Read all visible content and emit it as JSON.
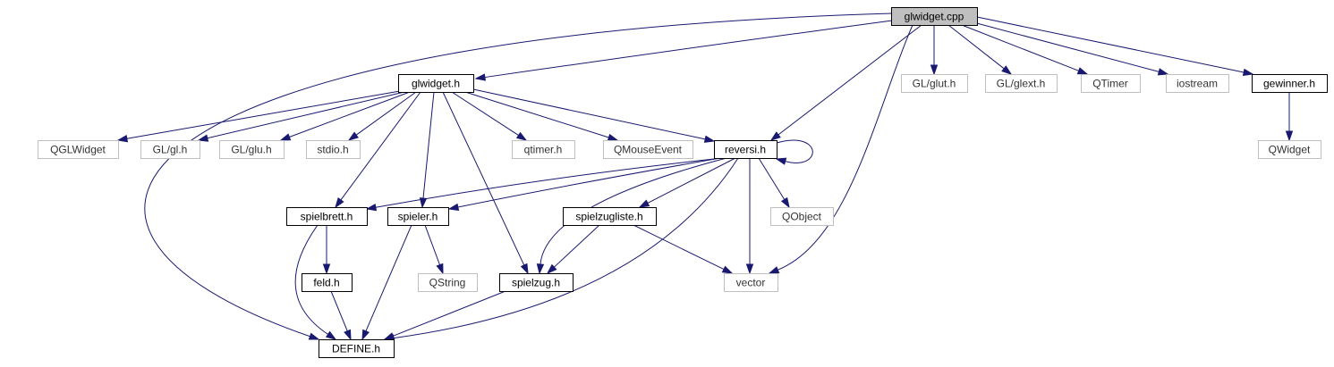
{
  "graph": {
    "edge_color": "#191970",
    "root_fill": "#bfbfbf",
    "nodes": [
      {
        "id": "glwidget_cpp",
        "label": "glwidget.cpp",
        "kind": "root"
      },
      {
        "id": "glwidget_h",
        "label": "glwidget.h",
        "kind": "doc"
      },
      {
        "id": "gl_glut",
        "label": "GL/glut.h",
        "kind": "ext"
      },
      {
        "id": "gl_glext",
        "label": "GL/glext.h",
        "kind": "ext"
      },
      {
        "id": "qtimer_cap",
        "label": "QTimer",
        "kind": "ext"
      },
      {
        "id": "iostream",
        "label": "iostream",
        "kind": "ext"
      },
      {
        "id": "gewinner_h",
        "label": "gewinner.h",
        "kind": "doc"
      },
      {
        "id": "qglwidget",
        "label": "QGLWidget",
        "kind": "ext"
      },
      {
        "id": "gl_gl",
        "label": "GL/gl.h",
        "kind": "ext"
      },
      {
        "id": "gl_glu",
        "label": "GL/glu.h",
        "kind": "ext"
      },
      {
        "id": "stdio",
        "label": "stdio.h",
        "kind": "ext"
      },
      {
        "id": "qtimer_h",
        "label": "qtimer.h",
        "kind": "ext"
      },
      {
        "id": "qmouseevent",
        "label": "QMouseEvent",
        "kind": "ext"
      },
      {
        "id": "reversi_h",
        "label": "reversi.h",
        "kind": "doc"
      },
      {
        "id": "qwidget",
        "label": "QWidget",
        "kind": "ext"
      },
      {
        "id": "spielbrett_h",
        "label": "spielbrett.h",
        "kind": "doc"
      },
      {
        "id": "spieler_h",
        "label": "spieler.h",
        "kind": "doc"
      },
      {
        "id": "spielzugliste_h",
        "label": "spielzugliste.h",
        "kind": "doc"
      },
      {
        "id": "qobject",
        "label": "QObject",
        "kind": "ext"
      },
      {
        "id": "feld_h",
        "label": "feld.h",
        "kind": "doc"
      },
      {
        "id": "qstring",
        "label": "QString",
        "kind": "ext"
      },
      {
        "id": "spielzug_h",
        "label": "spielzug.h",
        "kind": "doc"
      },
      {
        "id": "vector",
        "label": "vector",
        "kind": "ext"
      },
      {
        "id": "define_h",
        "label": "DEFINE.h",
        "kind": "doc"
      }
    ],
    "edges": [
      {
        "from": "glwidget_cpp",
        "to": "glwidget_h"
      },
      {
        "from": "glwidget_cpp",
        "to": "gl_glut"
      },
      {
        "from": "glwidget_cpp",
        "to": "gl_glext"
      },
      {
        "from": "glwidget_cpp",
        "to": "qtimer_cap"
      },
      {
        "from": "glwidget_cpp",
        "to": "iostream"
      },
      {
        "from": "glwidget_cpp",
        "to": "gewinner_h"
      },
      {
        "from": "glwidget_cpp",
        "to": "reversi_h"
      },
      {
        "from": "glwidget_cpp",
        "to": "vector"
      },
      {
        "from": "glwidget_cpp",
        "to": "define_h"
      },
      {
        "from": "glwidget_h",
        "to": "qglwidget"
      },
      {
        "from": "glwidget_h",
        "to": "gl_gl"
      },
      {
        "from": "glwidget_h",
        "to": "gl_glu"
      },
      {
        "from": "glwidget_h",
        "to": "stdio"
      },
      {
        "from": "glwidget_h",
        "to": "qtimer_h"
      },
      {
        "from": "glwidget_h",
        "to": "qmouseevent"
      },
      {
        "from": "glwidget_h",
        "to": "reversi_h"
      },
      {
        "from": "glwidget_h",
        "to": "spielbrett_h"
      },
      {
        "from": "glwidget_h",
        "to": "spieler_h"
      },
      {
        "from": "glwidget_h",
        "to": "spielzug_h"
      },
      {
        "from": "gewinner_h",
        "to": "qwidget"
      },
      {
        "from": "reversi_h",
        "to": "reversi_h"
      },
      {
        "from": "reversi_h",
        "to": "spielbrett_h"
      },
      {
        "from": "reversi_h",
        "to": "spieler_h"
      },
      {
        "from": "reversi_h",
        "to": "spielzugliste_h"
      },
      {
        "from": "reversi_h",
        "to": "qobject"
      },
      {
        "from": "reversi_h",
        "to": "spielzug_h"
      },
      {
        "from": "reversi_h",
        "to": "vector"
      },
      {
        "from": "reversi_h",
        "to": "define_h"
      },
      {
        "from": "spielbrett_h",
        "to": "feld_h"
      },
      {
        "from": "spielbrett_h",
        "to": "define_h"
      },
      {
        "from": "spieler_h",
        "to": "qstring"
      },
      {
        "from": "spieler_h",
        "to": "define_h"
      },
      {
        "from": "spielzugliste_h",
        "to": "spielzug_h"
      },
      {
        "from": "spielzugliste_h",
        "to": "vector"
      },
      {
        "from": "feld_h",
        "to": "define_h"
      },
      {
        "from": "spielzug_h",
        "to": "define_h"
      }
    ]
  }
}
